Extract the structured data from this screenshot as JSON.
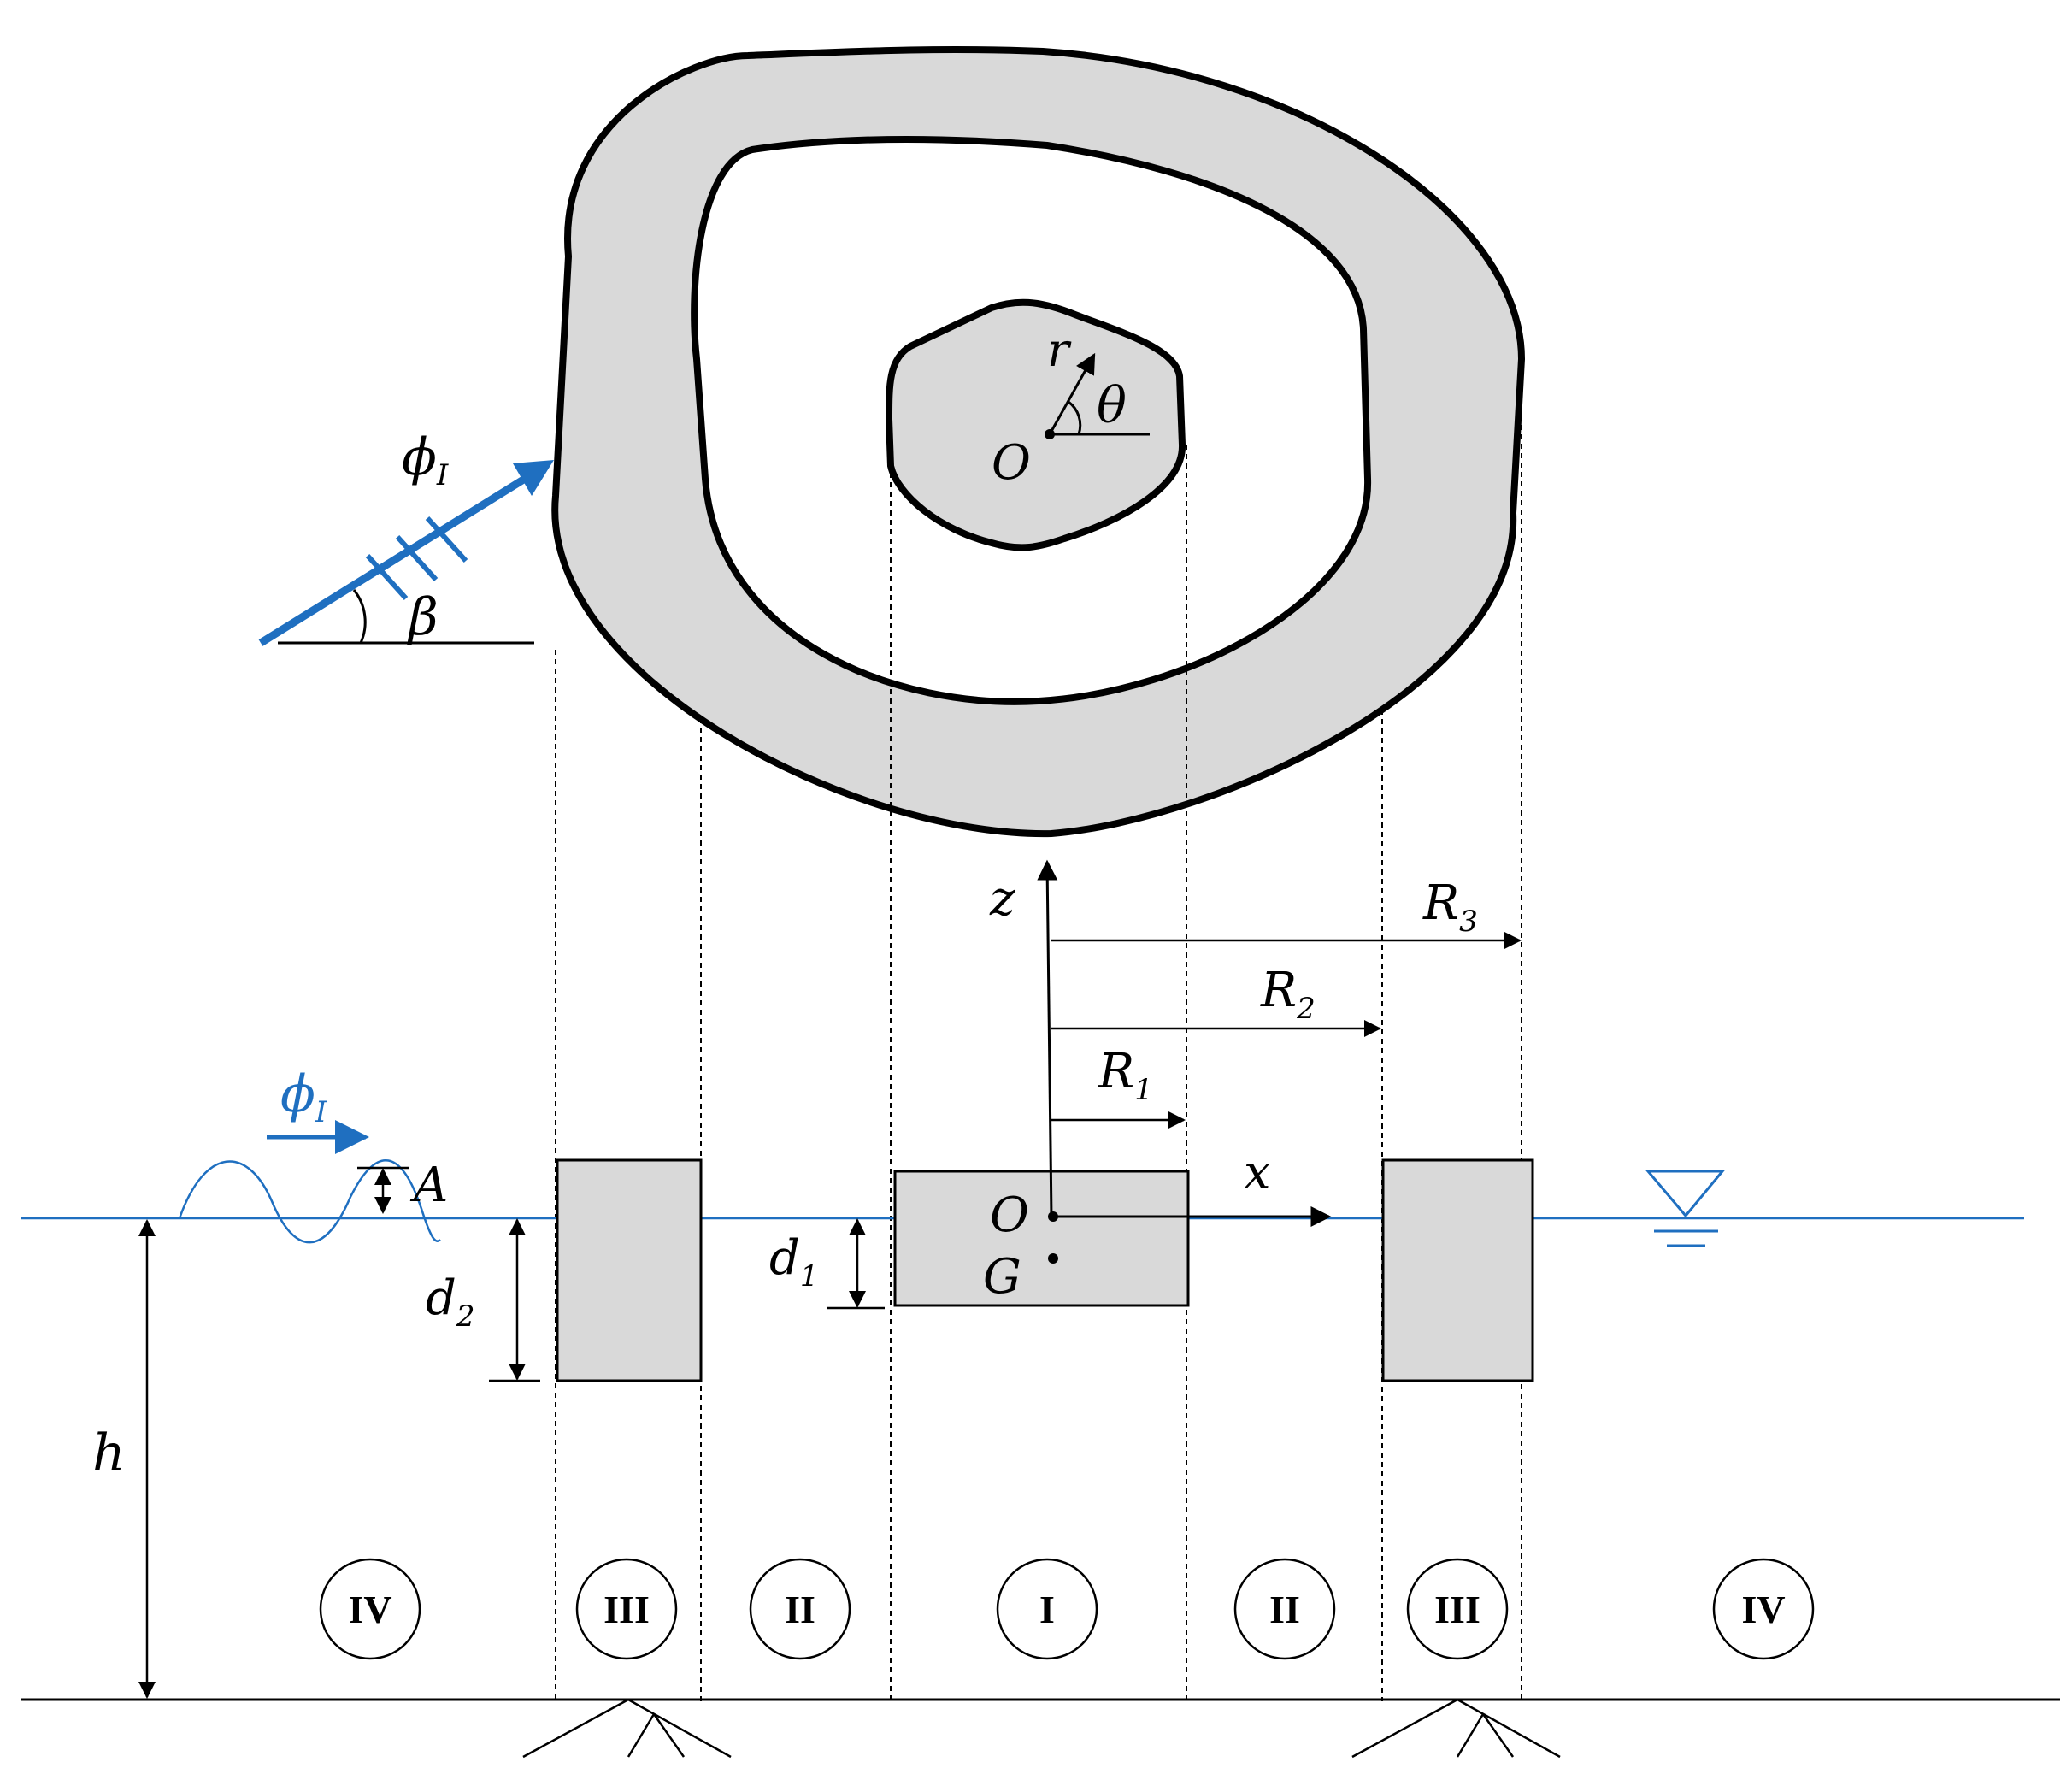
{
  "labels": {
    "phi_top": {
      "main": "ϕ",
      "sub": "I"
    },
    "beta": "β",
    "r": "r",
    "theta": "θ",
    "O_top": "O",
    "z": "z",
    "R3": {
      "main": "R",
      "sub": "3"
    },
    "R2": {
      "main": "R",
      "sub": "2"
    },
    "R1": {
      "main": "R",
      "sub": "1"
    },
    "phi_side": {
      "main": "ϕ",
      "sub": "I"
    },
    "A": "A",
    "O_side": "O",
    "x": "x",
    "G": "G",
    "d1": {
      "main": "d",
      "sub": "1"
    },
    "d2": {
      "main": "d",
      "sub": "2"
    },
    "h": "h"
  },
  "regions": [
    "IV",
    "III",
    "II",
    "I",
    "II",
    "III",
    "IV"
  ],
  "colors": {
    "fill_gray": "#d9d9d9",
    "wave_blue": "#1f6fc0",
    "line_black": "#000000"
  }
}
